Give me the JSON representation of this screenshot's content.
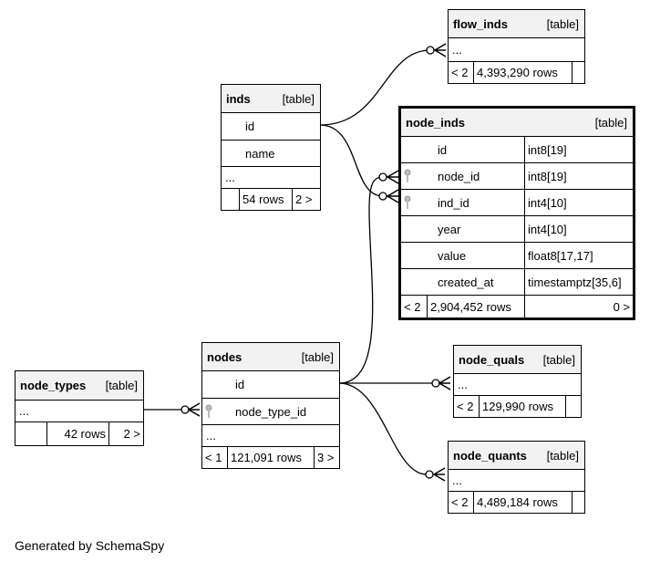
{
  "footer": "Generated by SchemaSpy",
  "tables": {
    "flow_inds": {
      "name": "flow_inds",
      "type": "[table]",
      "ellipsis": "...",
      "prev": "< 2",
      "rows": "4,393,290 rows"
    },
    "inds": {
      "name": "inds",
      "type": "[table]",
      "columns": [
        "id",
        "name"
      ],
      "ellipsis": "...",
      "rows": "54 rows",
      "next": "2 >"
    },
    "node_inds": {
      "name": "node_inds",
      "type": "[table]",
      "columns": [
        {
          "name": "id",
          "dtype": "int8[19]",
          "fk": false
        },
        {
          "name": "node_id",
          "dtype": "int8[19]",
          "fk": true
        },
        {
          "name": "ind_id",
          "dtype": "int4[10]",
          "fk": true
        },
        {
          "name": "year",
          "dtype": "int4[10]",
          "fk": false
        },
        {
          "name": "value",
          "dtype": "float8[17,17]",
          "fk": false
        },
        {
          "name": "created_at",
          "dtype": "timestamptz[35,6]",
          "fk": false
        }
      ],
      "prev": "< 2",
      "rows": "2,904,452 rows",
      "next": "0 >"
    },
    "nodes": {
      "name": "nodes",
      "type": "[table]",
      "columns": [
        {
          "name": "id",
          "fk": false
        },
        {
          "name": "node_type_id",
          "fk": true
        }
      ],
      "ellipsis": "...",
      "prev": "< 1",
      "rows": "121,091 rows",
      "next": "3 >"
    },
    "node_types": {
      "name": "node_types",
      "type": "[table]",
      "ellipsis": "...",
      "rows": "42 rows",
      "next": "2 >"
    },
    "node_quals": {
      "name": "node_quals",
      "type": "[table]",
      "ellipsis": "...",
      "prev": "< 2",
      "rows": "129,990 rows"
    },
    "node_quants": {
      "name": "node_quants",
      "type": "[table]",
      "ellipsis": "...",
      "prev": "< 2",
      "rows": "4,489,184 rows"
    }
  }
}
